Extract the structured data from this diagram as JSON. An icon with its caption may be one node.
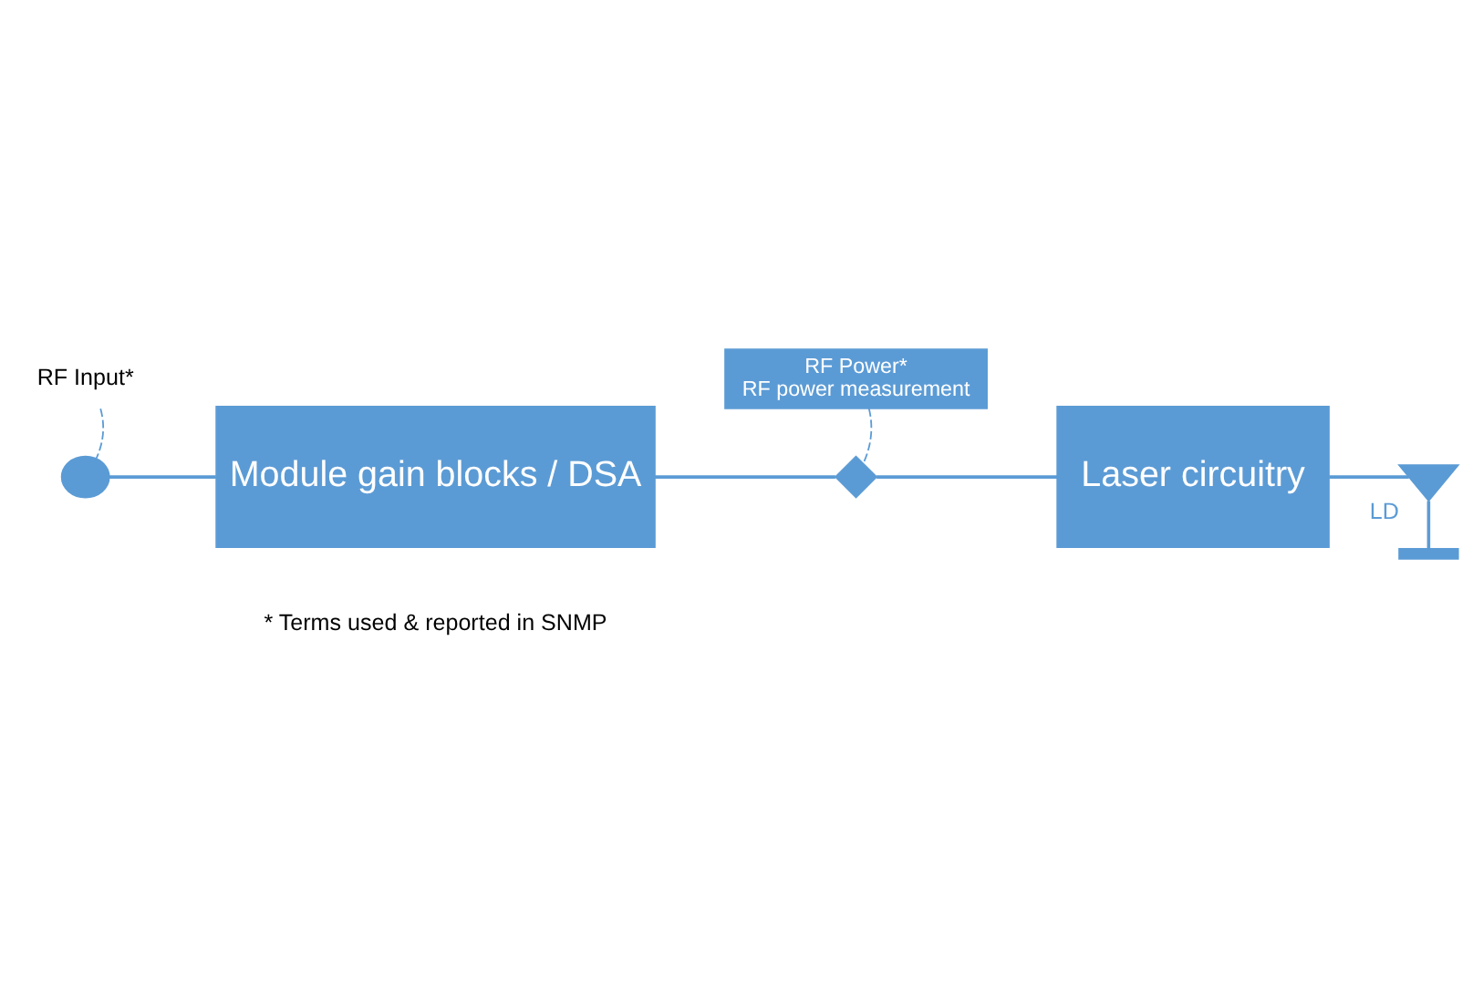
{
  "diagram": {
    "nodes": [
      {
        "text": [
          "RF Input*"
        ]
      },
      {
        "text": [],
        "shape": "circle"
      },
      {
        "text": [
          "Module gain blocks / DSA"
        ]
      },
      {
        "text": [],
        "shape": "diamond"
      },
      {
        "text": [
          "RF Power*",
          "RF power measurement"
        ]
      },
      {
        "text": [
          "Laser circuitry"
        ]
      },
      {
        "text": [],
        "shape": "triangle",
        "beside": [
          "LD"
        ]
      },
      {
        "text": [],
        "shape": "bar"
      }
    ],
    "edges": [
      {
        "from": 0,
        "to": 1,
        "arrow": "none",
        "style": "dashed"
      },
      {
        "from": 1,
        "to": 2,
        "arrow": "none"
      },
      {
        "from": 2,
        "to": 3,
        "arrow": "none"
      },
      {
        "from": 4,
        "to": 3,
        "arrow": "none",
        "style": "dashed"
      },
      {
        "from": 3,
        "to": 5,
        "arrow": "none"
      },
      {
        "from": 5,
        "to": 6,
        "arrow": "none"
      },
      {
        "from": 6,
        "to": 7,
        "arrow": "none"
      }
    ],
    "labels": [
      "* Terms used & reported in SNMP"
    ]
  }
}
